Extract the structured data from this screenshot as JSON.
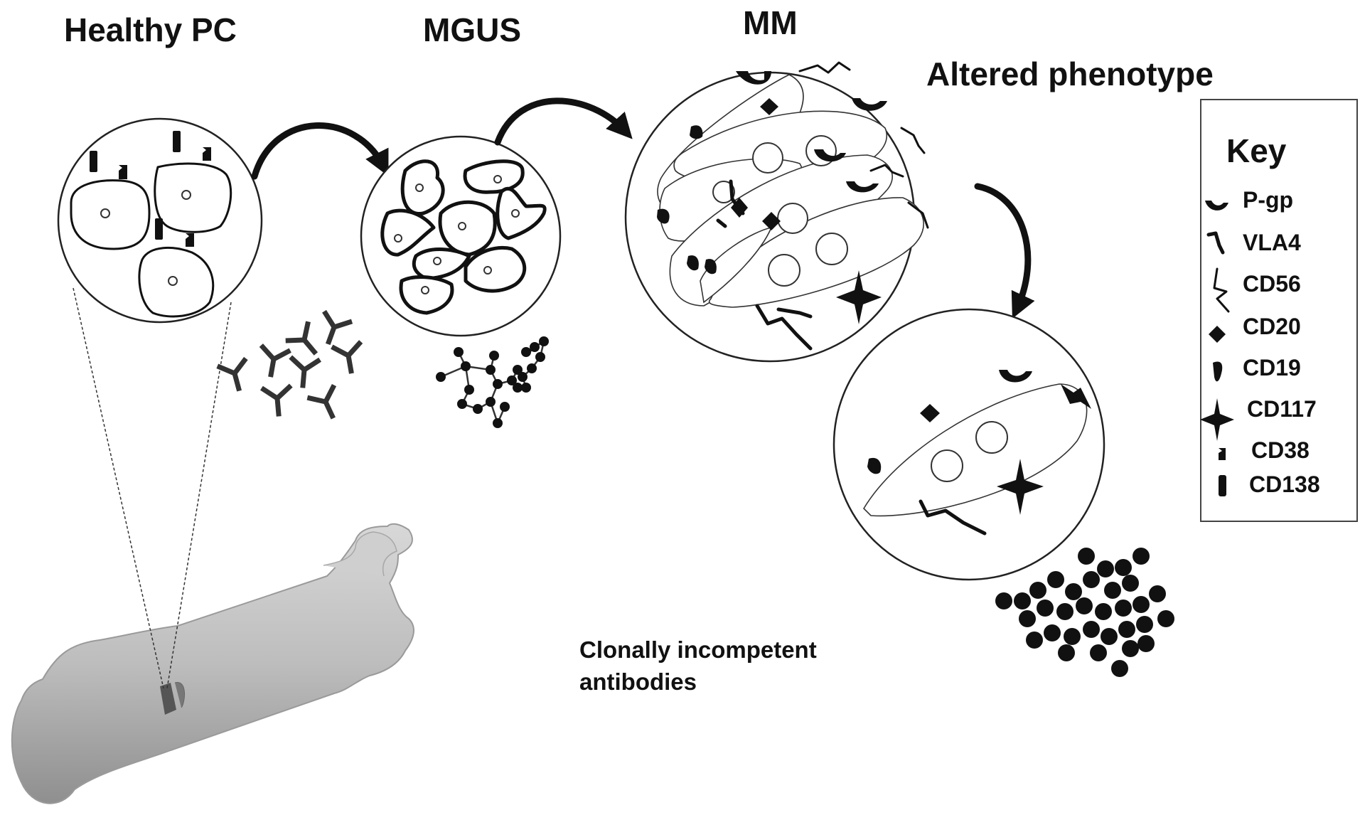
{
  "stages": {
    "healthy": "Healthy PC",
    "mgus": "MGUS",
    "mm": "MM",
    "altered": "Altered phenotype"
  },
  "key": {
    "title": "Key",
    "items": [
      "P-gp",
      "VLA4",
      "CD56",
      "CD20",
      "CD19",
      "CD117",
      "CD38",
      "CD138"
    ]
  },
  "note": {
    "line1": "Clonally incompetent",
    "line2": "antibodies"
  }
}
